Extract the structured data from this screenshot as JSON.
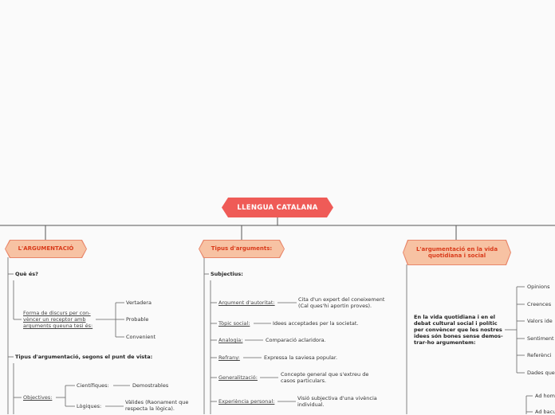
{
  "root": {
    "label": "LLENGUA CATALANA"
  },
  "branches": {
    "argumentacio": {
      "title": "L'ARGUMENTACIÓ",
      "que_es": "Què és?",
      "definicio": "Forma de discurs per con-vèncer un receptor amb arguments queuna tesi és:",
      "qualitats": [
        "Vertadera",
        "Probable",
        "Convenient"
      ],
      "tipus_titol": "Tipus d'argumentació, segons el punt de vista:",
      "objectives": "Objectives:",
      "cientifiques": "Científiques:",
      "demostrables": "Demostrables",
      "logiques": "Lògiques:",
      "valides": "Vàlides (Raonament que respecta la lògica)."
    },
    "tipus": {
      "title": "Tipus d'arguments:",
      "subjectius": "Subjectius:",
      "items": [
        {
          "label": "Argument d'autoritat:",
          "desc": "Cita d'un expert del coneixement (Cal ques'hi aportin proves)."
        },
        {
          "label": "Tòpic social:",
          "desc": "Idees acceptades per la societat."
        },
        {
          "label": "Analogia:",
          "desc": "Comparació aclaridora."
        },
        {
          "label": "Refrany:",
          "desc": "Expressa la saviesa popular."
        },
        {
          "label": "Generalització:",
          "desc": "Concepte general que s'extreu de casos particulars."
        },
        {
          "label": "Experiència personal:",
          "desc": "Visió subjectiva d'una vivència individual."
        }
      ]
    },
    "vida": {
      "title": "L'argumentació en la vida quotidiana i social",
      "text": "En la vida quotidiana i en el debat cultural social i polític per convèncer que les nostres idees són bones sense demos-trar-ho argumentem:",
      "items": [
        "Opinions",
        "Creences",
        "Valors ide",
        "Sentiment",
        "Referènci",
        "Dades que"
      ],
      "extra": [
        "Ad hom",
        "Ad bacu"
      ]
    }
  }
}
